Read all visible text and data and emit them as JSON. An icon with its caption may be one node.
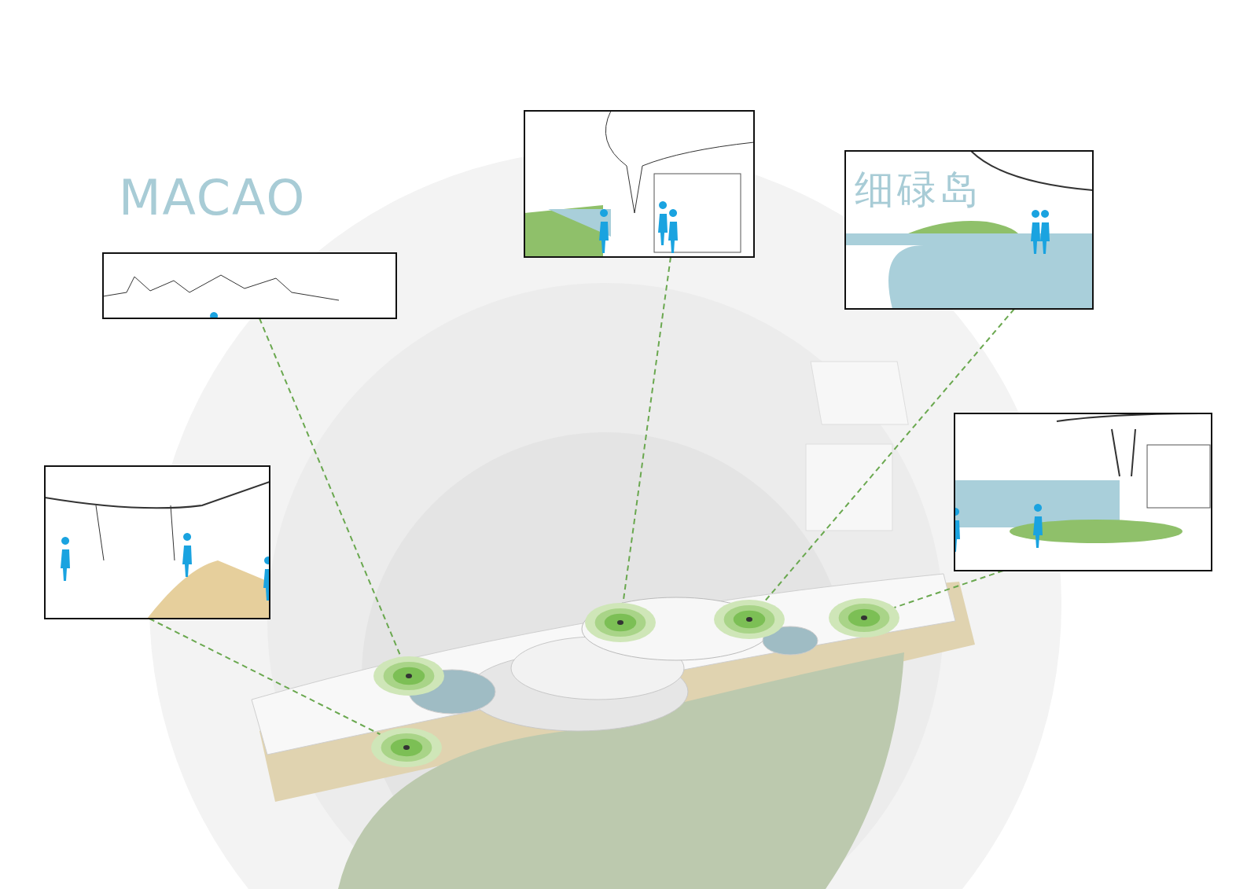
{
  "diagram": {
    "nodes": [
      {
        "text": [
          "MACAO"
        ]
      },
      {
        "text": [],
        "shape": "picture"
      },
      {
        "text": [
          "细碌岛"
        ]
      },
      {
        "text": [],
        "shape": "picture"
      },
      {
        "text": [],
        "shape": "picture"
      },
      {
        "text": [],
        "shape": "circle"
      },
      {
        "text": [],
        "shape": "circle"
      },
      {
        "text": [],
        "shape": "circle"
      },
      {
        "text": [],
        "shape": "circle"
      },
      {
        "text": [],
        "shape": "circle"
      }
    ],
    "edges": [
      {
        "from": 0,
        "to": 5,
        "arrow": "none"
      },
      {
        "from": 3,
        "to": 6,
        "arrow": "none"
      },
      {
        "from": 1,
        "to": 7,
        "arrow": "none"
      },
      {
        "from": 2,
        "to": 8,
        "arrow": "none"
      },
      {
        "from": 4,
        "to": 9,
        "arrow": "none"
      }
    ]
  }
}
